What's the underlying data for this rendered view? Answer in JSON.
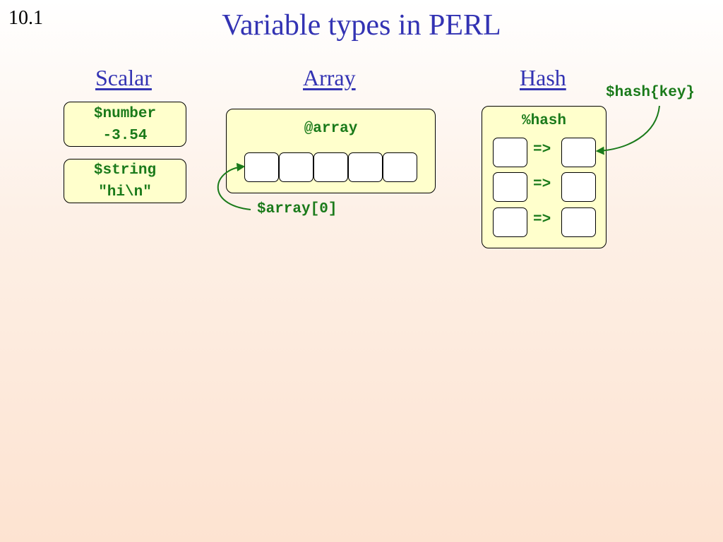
{
  "slide": {
    "number": "10.1",
    "title": "Variable types in PERL"
  },
  "headings": {
    "scalar": "Scalar",
    "array": "Array",
    "hash": "Hash"
  },
  "scalar": {
    "number_name": "$number",
    "number_value": "-3.54",
    "string_name": "$string",
    "string_value": "\"hi\\n\""
  },
  "array": {
    "name": "@array",
    "element_label": "$array[0]"
  },
  "hash": {
    "name": "%hash",
    "arrow": "=>",
    "element_label": "$hash{key}"
  },
  "colors": {
    "title_blue": "#3333b3",
    "code_green": "#1a7a1a",
    "box_fill": "#ffffcc"
  }
}
